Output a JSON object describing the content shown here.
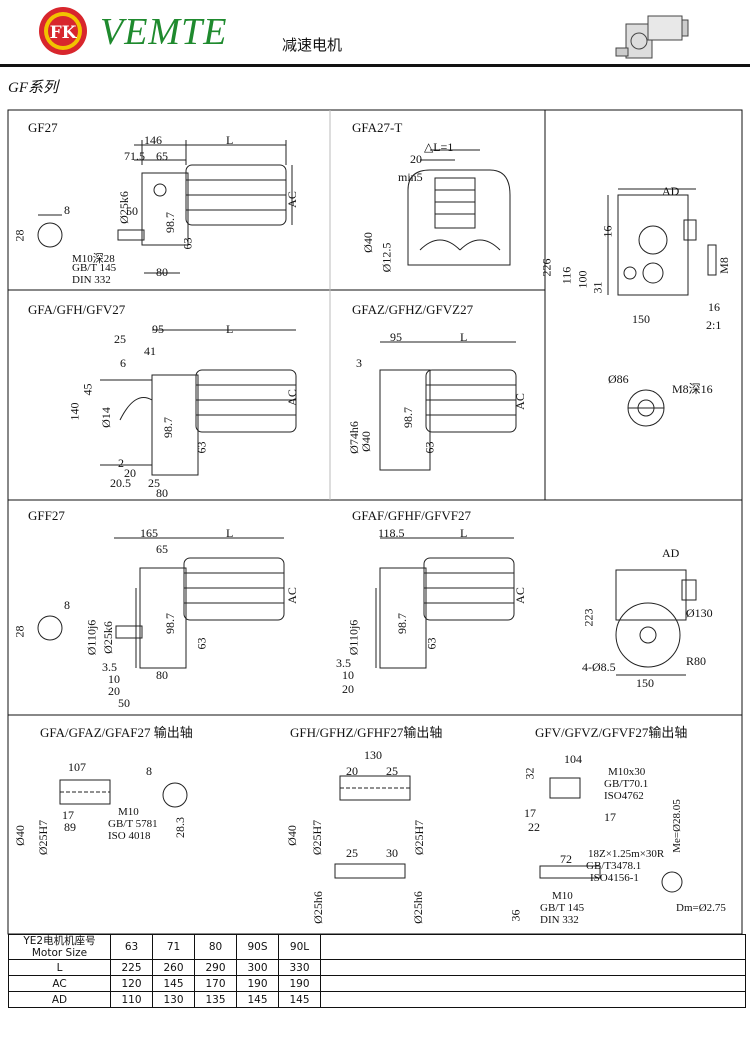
{
  "header": {
    "logo_text": "FK",
    "brand": "VEMTE",
    "tagline": "减速电机",
    "series": "GF系列"
  },
  "colors": {
    "brand_green": "#1f8a2e",
    "logo_red": "#d8262d",
    "logo_yellow": "#f2c200"
  },
  "views": {
    "gf27": "GF27",
    "gfa27t": "GFA27-T",
    "gfa_gfh_gfv27": "GFA/GFH/GFV27",
    "gfaz_gfhz_gfvz27": "GFAZ/GFHZ/GFVZ27",
    "gff27": "GFF27",
    "gfaf_gfhf_gfvf27": "GFAF/GFHF/GFVF27",
    "gfa_output": "GFA/GFAZ/GFAF27 输出轴",
    "gfh_output": "GFH/GFHZ/GFHF27输出轴",
    "gfv_output": "GFV/GFVZ/GFVF27输出轴"
  },
  "dims": {
    "d146": "146",
    "dL": "L",
    "d71_5": "71.5",
    "d65": "65",
    "dAC": "AC",
    "d50": "50",
    "d8": "8",
    "d28": "28",
    "d98_7": "98.7",
    "d63": "63",
    "d80": "80",
    "d25k6": "Ø25k6",
    "m10_28": "M10深28",
    "gbt145": "GB/T 145",
    "din332": "DIN 332",
    "dl1": "△L=1",
    "d20": "20",
    "min5": "min5",
    "d40": "Ø40",
    "d12_5": "Ø12.5",
    "dAD": "AD",
    "d226": "226",
    "d116": "116",
    "d100": "100",
    "d31": "31",
    "d16": "16",
    "dM8": "M8",
    "d150": "150",
    "ratio": "2:1",
    "d25": "25",
    "d95": "95",
    "d41": "41",
    "d6": "6",
    "d45": "45",
    "d140": "140",
    "d14": "Ø14",
    "d2": "2",
    "d20_5": "20.5",
    "d3": "3",
    "d74": "Ø74h6",
    "d86": "Ø86",
    "m8_16": "M8深16",
    "d165": "165",
    "d118_5": "118.5",
    "d110": "Ø110j6",
    "d3_5": "3.5",
    "d10": "10",
    "d223": "223",
    "d130": "Ø130",
    "r80": "R80",
    "d4_8_5": "4-Ø8.5",
    "d107": "107",
    "d89": "89",
    "d17": "17",
    "d25h7": "Ø25H7",
    "d28_3": "28.3",
    "m10": "M10",
    "gbt5781": "GB/T 5781",
    "iso4018": "ISO 4018",
    "d130b": "130",
    "d30": "30",
    "d25h6": "Ø25h6",
    "d104": "104",
    "d32": "32",
    "m10x30": "M10x30",
    "gbt70": "GB/T70.1",
    "iso4762": "ISO4762",
    "d22": "22",
    "me": "Me=Ø28.05",
    "spline": "18Z×1.25m×30R",
    "gbt3478": "GB/T3478.1",
    "iso4156": "ISO4156-1",
    "d72": "72",
    "d36": "36",
    "dm": "Dm=Ø2.75"
  },
  "spec_table": {
    "header_label": "YE2电机机座号",
    "header_label2": "Motor Size",
    "columns": [
      "63",
      "71",
      "80",
      "90S",
      "90L"
    ],
    "rows": [
      {
        "label": "L",
        "values": [
          "225",
          "260",
          "290",
          "300",
          "330"
        ]
      },
      {
        "label": "AC",
        "values": [
          "120",
          "145",
          "170",
          "190",
          "190"
        ]
      },
      {
        "label": "AD",
        "values": [
          "110",
          "130",
          "135",
          "145",
          "145"
        ]
      }
    ]
  }
}
